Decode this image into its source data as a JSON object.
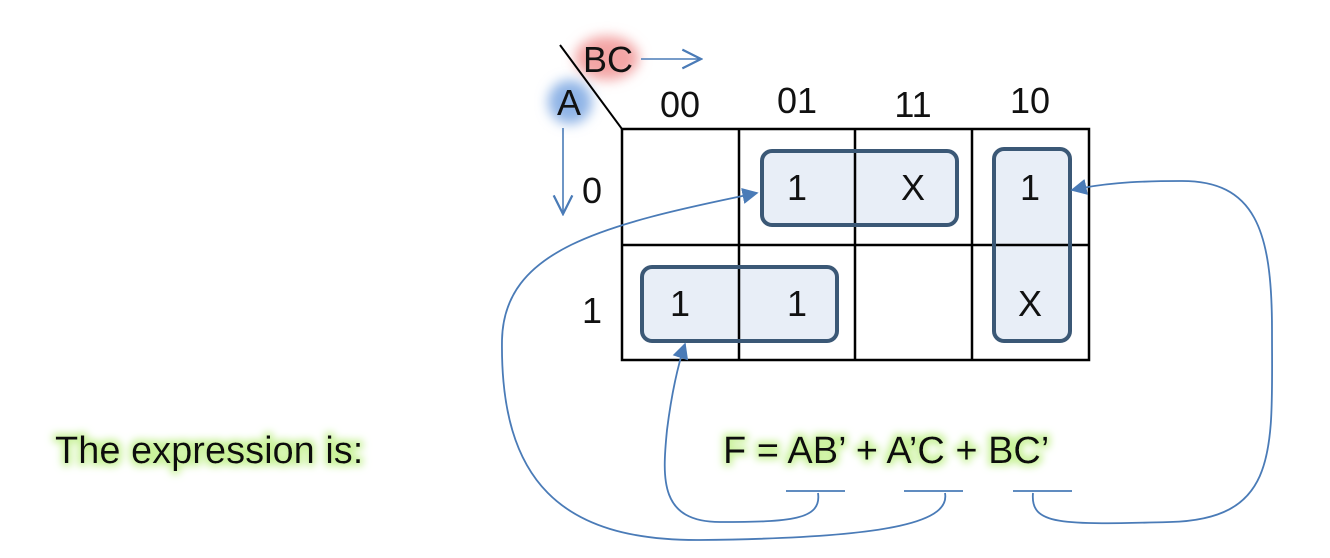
{
  "kmap": {
    "col_var": "BC",
    "row_var": "A",
    "col_headers": [
      "00",
      "01",
      "11",
      "10"
    ],
    "row_headers": [
      "0",
      "1"
    ],
    "cells": [
      [
        "",
        "1",
        "X",
        "1"
      ],
      [
        "1",
        "1",
        "",
        "X"
      ]
    ]
  },
  "caption": "The expression is:",
  "expression": "F = AB’ + A’C + BC’",
  "colors": {
    "grid": "#000000",
    "group_stroke": "#3b5876",
    "group_fill": "#e8eef7",
    "arrow": "#4a7bb7",
    "bc_highlight": "#f3a5a5",
    "a_highlight": "#8fb4e6",
    "text_glow": "#c9f29a"
  }
}
